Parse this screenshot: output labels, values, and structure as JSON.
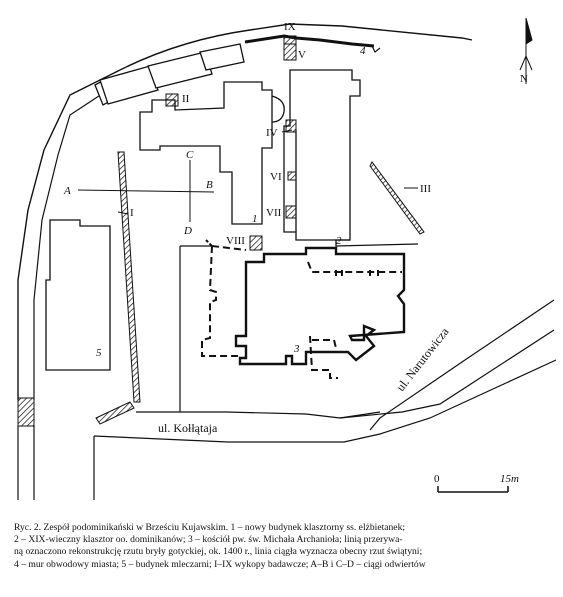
{
  "figure": {
    "site_labels": {
      "building_1": "1",
      "building_2": "2",
      "building_3": "3",
      "building_4": "4",
      "building_5": "5"
    },
    "trench_labels": {
      "t1": "I",
      "t2": "II",
      "t3": "III",
      "t4": "IV",
      "t5": "V",
      "t6": "VI",
      "t7": "VII",
      "t8": "VIII",
      "t9": "IX"
    },
    "section_labels": {
      "a": "A",
      "b": "B",
      "c": "C",
      "d": "D"
    },
    "streets": {
      "kollataja": "ul. Kołłątaja",
      "narutowicza": "ul. Narutowicza"
    },
    "scale": {
      "start": "0",
      "end": "15m"
    },
    "north": "N"
  },
  "caption": {
    "line1": "Ryc. 2. Zespół podominikański w Brześciu Kujawskim. 1 – nowy budynek klasztorny ss. elżbietanek;",
    "line2": "2 – XIX-wieczny klasztor oo. dominikanów; 3 – kościół pw. św. Michała Archanioła; linią przerywa-",
    "line3": "ną oznaczono rekonstrukcję rzutu bryły gotyckiej, ok. 1400 r., linia ciągła wyznacza obecny rzut świątyni;",
    "line4": "4 – mur obwodowy miasta; 5 – budynek mleczarni; I–IX wykopy badawcze; A–B i C–D – ciągi odwiertów"
  }
}
